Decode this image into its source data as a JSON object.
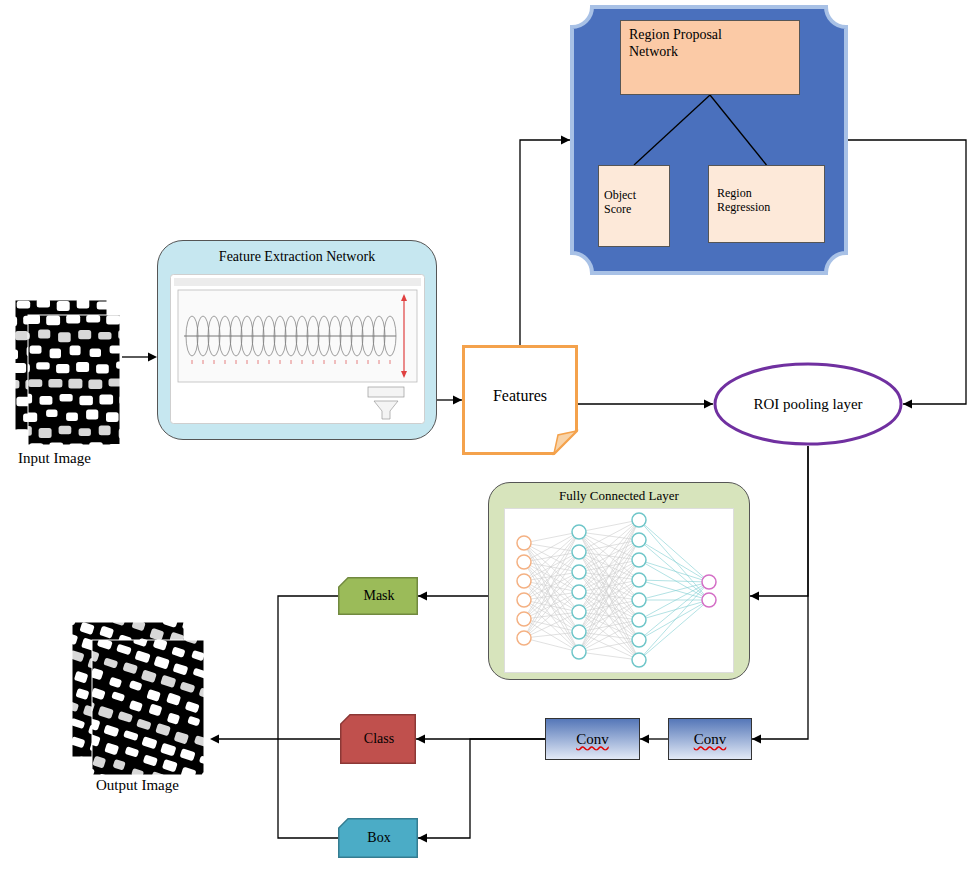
{
  "diagram": {
    "nodes": [
      {
        "text": []
      },
      {
        "text": [
          "Region Proposal Network"
        ],
        "in": 0
      },
      {
        "text": [
          "Object Score"
        ],
        "in": 0
      },
      {
        "text": [
          "Region Regression"
        ],
        "in": 0
      },
      {
        "text": [
          "Feature Extraction Network"
        ]
      },
      {
        "text": [
          "Features"
        ]
      },
      {
        "text": [
          "ROI pooling layer"
        ]
      },
      {
        "text": [
          "Fully Connected Layer"
        ]
      },
      {
        "text": [
          "Mask"
        ]
      },
      {
        "text": [
          "Conv"
        ]
      },
      {
        "text": [
          "Conv"
        ]
      },
      {
        "text": [
          "Class"
        ]
      },
      {
        "text": [
          "Box"
        ]
      }
    ],
    "edges": [
      {
        "from": 4,
        "to": 5,
        "arrow": "to"
      },
      {
        "from": 5,
        "to": 0,
        "arrow": "to"
      },
      {
        "from": 1,
        "to": 2,
        "arrow": "none"
      },
      {
        "from": 1,
        "to": 3,
        "arrow": "none"
      },
      {
        "from": 5,
        "to": 6,
        "arrow": "to"
      },
      {
        "from": 0,
        "to": 6,
        "arrow": "to"
      },
      {
        "from": 6,
        "to": 7,
        "arrow": "to"
      },
      {
        "from": 6,
        "to": 10,
        "arrow": "to"
      },
      {
        "from": 10,
        "to": 9,
        "arrow": "to"
      },
      {
        "from": 9,
        "to": 11,
        "arrow": "to"
      },
      {
        "from": 9,
        "to": 12,
        "arrow": "to"
      },
      {
        "from": 7,
        "to": 8,
        "arrow": "to"
      }
    ],
    "labels": [
      "Input Image",
      "Output Image"
    ]
  }
}
